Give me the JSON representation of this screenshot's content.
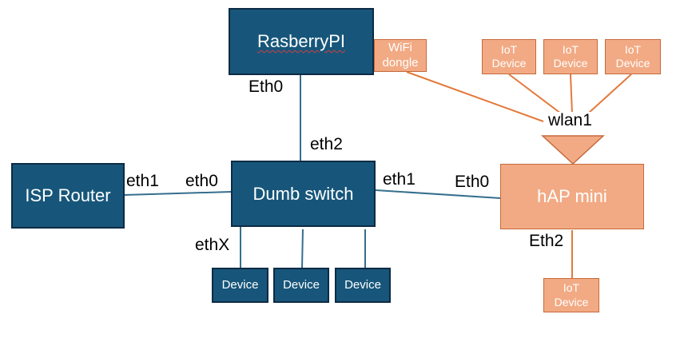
{
  "colors": {
    "blue_fill": "#17567a",
    "blue_border": "#0d2b44",
    "orange_fill": "#f2aa84",
    "orange_line": "#e37a3c",
    "blue_line": "#356e8e"
  },
  "nodes": {
    "raspberry_pi": "RasberryPI",
    "wifi_dongle": "WiFi dongle",
    "isp_router": "ISP Router",
    "dumb_switch": "Dumb switch",
    "hap_mini": "hAP mini",
    "device_1": "Device",
    "device_2": "Device",
    "device_3": "Device",
    "iot_1": "IoT Device",
    "iot_2": "IoT Device",
    "iot_3": "IoT Device",
    "iot_4": "IoT Device"
  },
  "ports": {
    "rpi_eth0": "Eth0",
    "switch_eth2": "eth2",
    "router_eth1": "eth1",
    "switch_eth0": "eth0",
    "switch_eth1": "eth1",
    "hap_eth0": "Eth0",
    "switch_ethx": "ethX",
    "hap_eth2": "Eth2",
    "hap_wlan1": "wlan1"
  }
}
